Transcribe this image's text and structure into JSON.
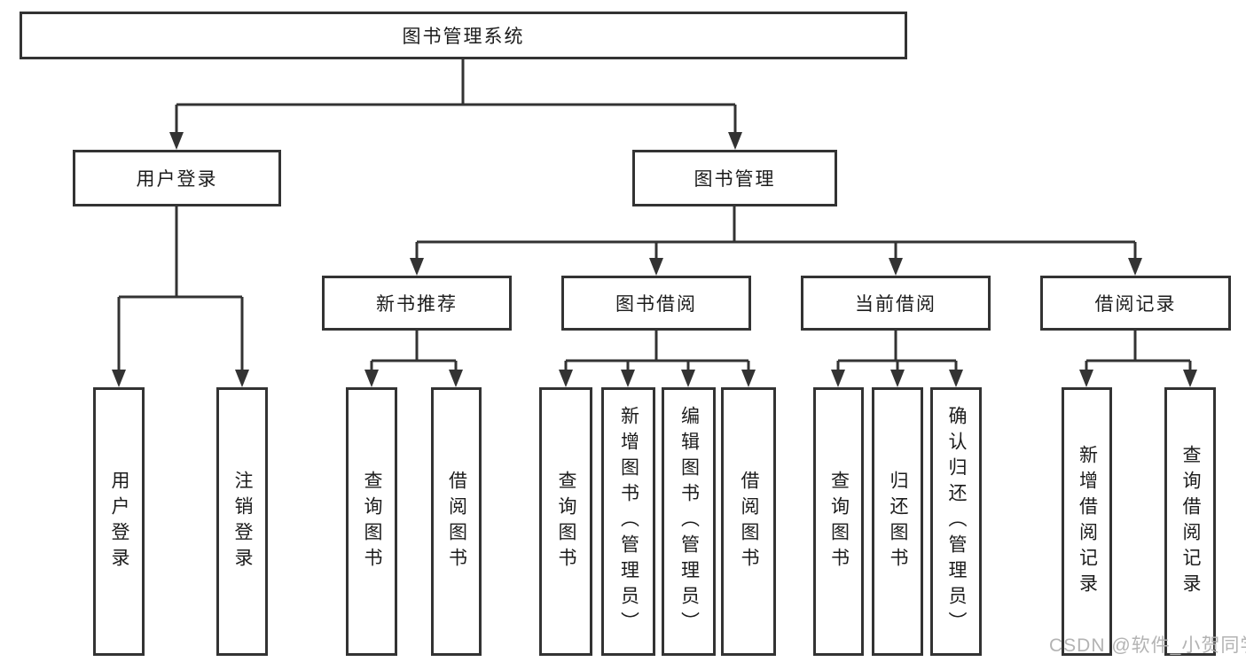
{
  "tree": {
    "root": {
      "label": "图书管理系统",
      "children": [
        {
          "label": "用户登录",
          "children": [
            {
              "label": "用户登录"
            },
            {
              "label": "注销登录"
            }
          ]
        },
        {
          "label": "图书管理",
          "children": [
            {
              "label": "新书推荐",
              "children": [
                {
                  "label": "查询图书"
                },
                {
                  "label": "借阅图书"
                }
              ]
            },
            {
              "label": "图书借阅",
              "children": [
                {
                  "label": "查询图书"
                },
                {
                  "label": "新增图书（管理员）"
                },
                {
                  "label": "编辑图书（管理员）"
                },
                {
                  "label": "借阅图书"
                }
              ]
            },
            {
              "label": "当前借阅",
              "children": [
                {
                  "label": "查询图书"
                },
                {
                  "label": "归还图书"
                },
                {
                  "label": "确认归还（管理员）"
                }
              ]
            },
            {
              "label": "借阅记录",
              "children": [
                {
                  "label": "新增借阅记录"
                },
                {
                  "label": "查询借阅记录"
                }
              ]
            }
          ]
        }
      ]
    }
  },
  "watermark": {
    "text": "CSDN @软件_小贺同学"
  },
  "colors": {
    "line": "#333333",
    "text": "#1c1c1c",
    "watermark": "#b3b3b3",
    "background": "#ffffff"
  }
}
